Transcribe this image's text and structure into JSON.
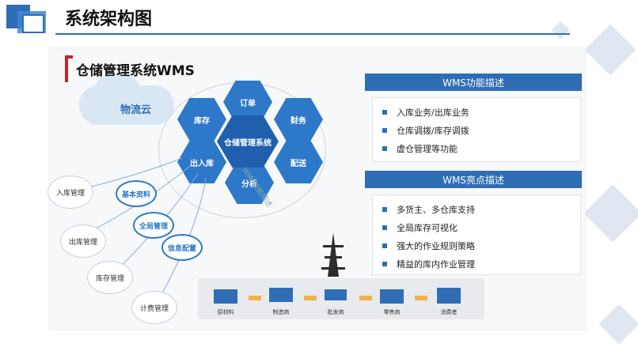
{
  "header": {
    "title": "系统架构图"
  },
  "diagram": {
    "brand_title": "仓储管理系统WMS",
    "cloud_label": "物流云",
    "center_hex": "仓储管理系统",
    "hexes": [
      "订单",
      "财务",
      "配送",
      "分析",
      "出入库",
      "库存"
    ],
    "outer_circles": [
      "入库管理",
      "出库管理",
      "库存管理",
      "计费管理"
    ],
    "blue_pills": [
      "基本资料",
      "全局管理",
      "信息配置"
    ],
    "watermark": "WMS功能描述"
  },
  "func_section": {
    "title": "WMS功能描述",
    "items": [
      "入库业务/出库业务",
      "仓库调拨/库存调拨",
      "虚仓管理等功能"
    ]
  },
  "highlight_section": {
    "title": "WMS亮点描述",
    "items": [
      "多货主、多仓库支持",
      "全局库存可视化",
      "强大的作业规则策略",
      "精益的库内作业管理"
    ]
  },
  "flow": {
    "steps": [
      "原材料",
      "制造商",
      "批发商",
      "零售商",
      "消费者"
    ]
  },
  "colors": {
    "accent": "#2f6db5",
    "hex": "#2d78c8",
    "arrow": "#f0b04a",
    "bracket": "#c0272d"
  }
}
